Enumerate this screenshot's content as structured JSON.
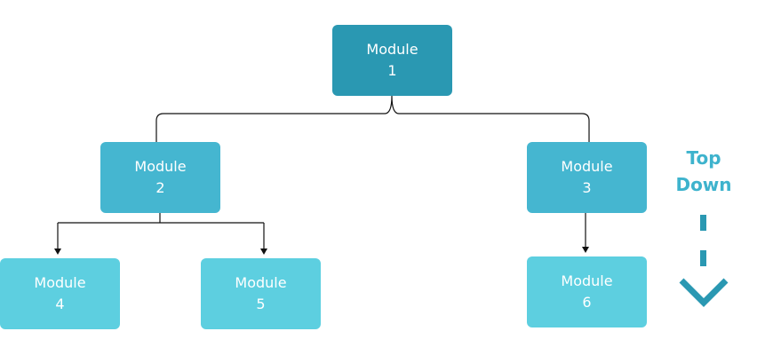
{
  "diagram": {
    "nodes": [
      {
        "id": "1",
        "line1": "Module",
        "line2": "1"
      },
      {
        "id": "2",
        "line1": "Module",
        "line2": "2"
      },
      {
        "id": "3",
        "line1": "Module",
        "line2": "3"
      },
      {
        "id": "4",
        "line1": "Module",
        "line2": "4"
      },
      {
        "id": "5",
        "line1": "Module",
        "line2": "5"
      },
      {
        "id": "6",
        "line1": "Module",
        "line2": "6"
      }
    ],
    "edges": [
      {
        "from": "1",
        "to": "2"
      },
      {
        "from": "1",
        "to": "3"
      },
      {
        "from": "2",
        "to": "4"
      },
      {
        "from": "2",
        "to": "5"
      },
      {
        "from": "3",
        "to": "6"
      }
    ],
    "direction_label": {
      "line1": "Top",
      "line2": "Down"
    }
  },
  "colors": {
    "level1": "#2a98b2",
    "level2": "#45b6d0",
    "level3": "#5dcfe0",
    "accent": "#2a98b2",
    "connector": "#111111"
  },
  "icons": {
    "direction_arrow": "dashed-down-arrow-icon"
  }
}
